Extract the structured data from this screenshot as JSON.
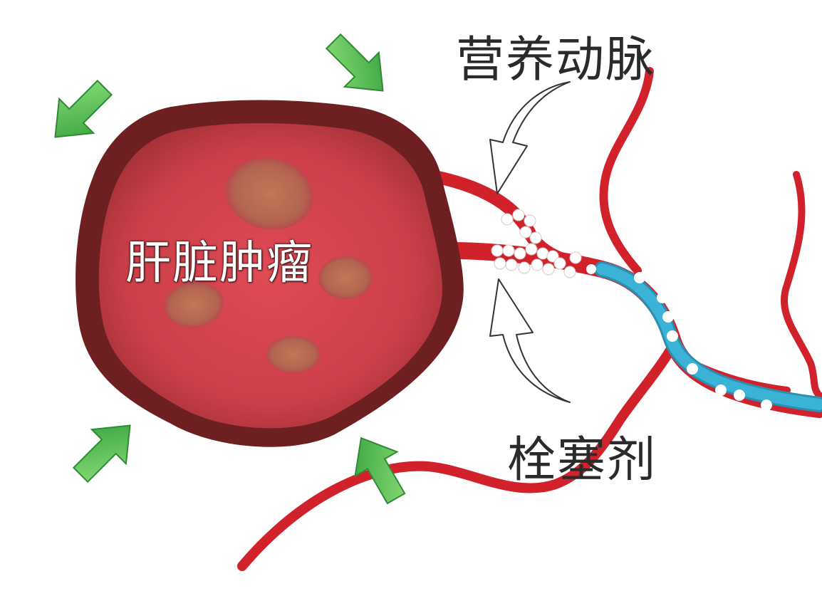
{
  "labels": {
    "tumor": "肝脏肿瘤",
    "feeding_artery": "营养动脉",
    "embolic_agent": "栓塞剂"
  },
  "icons": {
    "pressure_arrows": "green-arrow-icon",
    "pointer_arrows": "curved-arrow-icon"
  },
  "colors": {
    "tumor_rim": "#6e1f22",
    "tumor_body": "#c8424c",
    "tumor_nodule": "#b86a52",
    "vessel": "#d1222b",
    "embolic_stream": "#3bb3d6",
    "green_arrow": "#4cbb4a",
    "particles": "#ffffff"
  }
}
